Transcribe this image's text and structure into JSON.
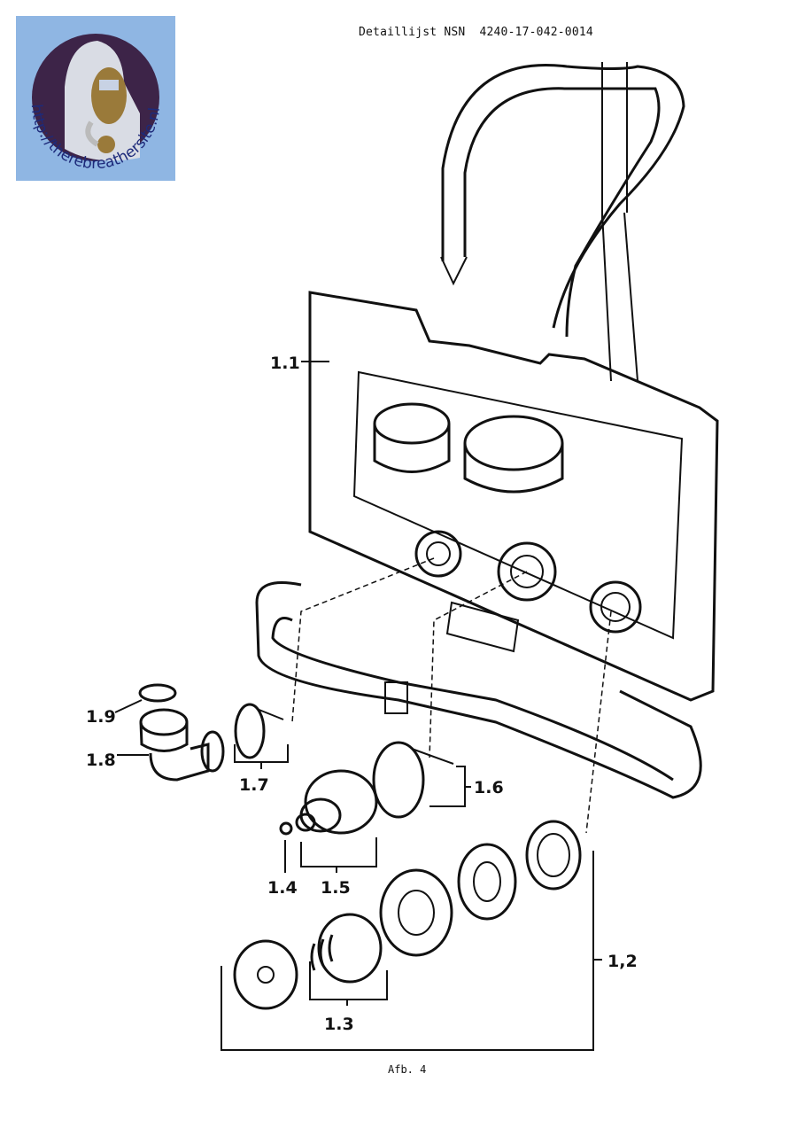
{
  "header": {
    "title": "Detaillijst NSN",
    "nsn": "4240-17-042-0014"
  },
  "logo": {
    "url_text": "http://therebreathersite.nl"
  },
  "labels": {
    "p1_1": "1.1",
    "p1_2": "1,2",
    "p1_3": "1.3",
    "p1_4": "1.4",
    "p1_5": "1.5",
    "p1_6": "1.6",
    "p1_7": "1.7",
    "p1_8": "1.8",
    "p1_9": "1.9"
  },
  "caption": "Afb. 4"
}
